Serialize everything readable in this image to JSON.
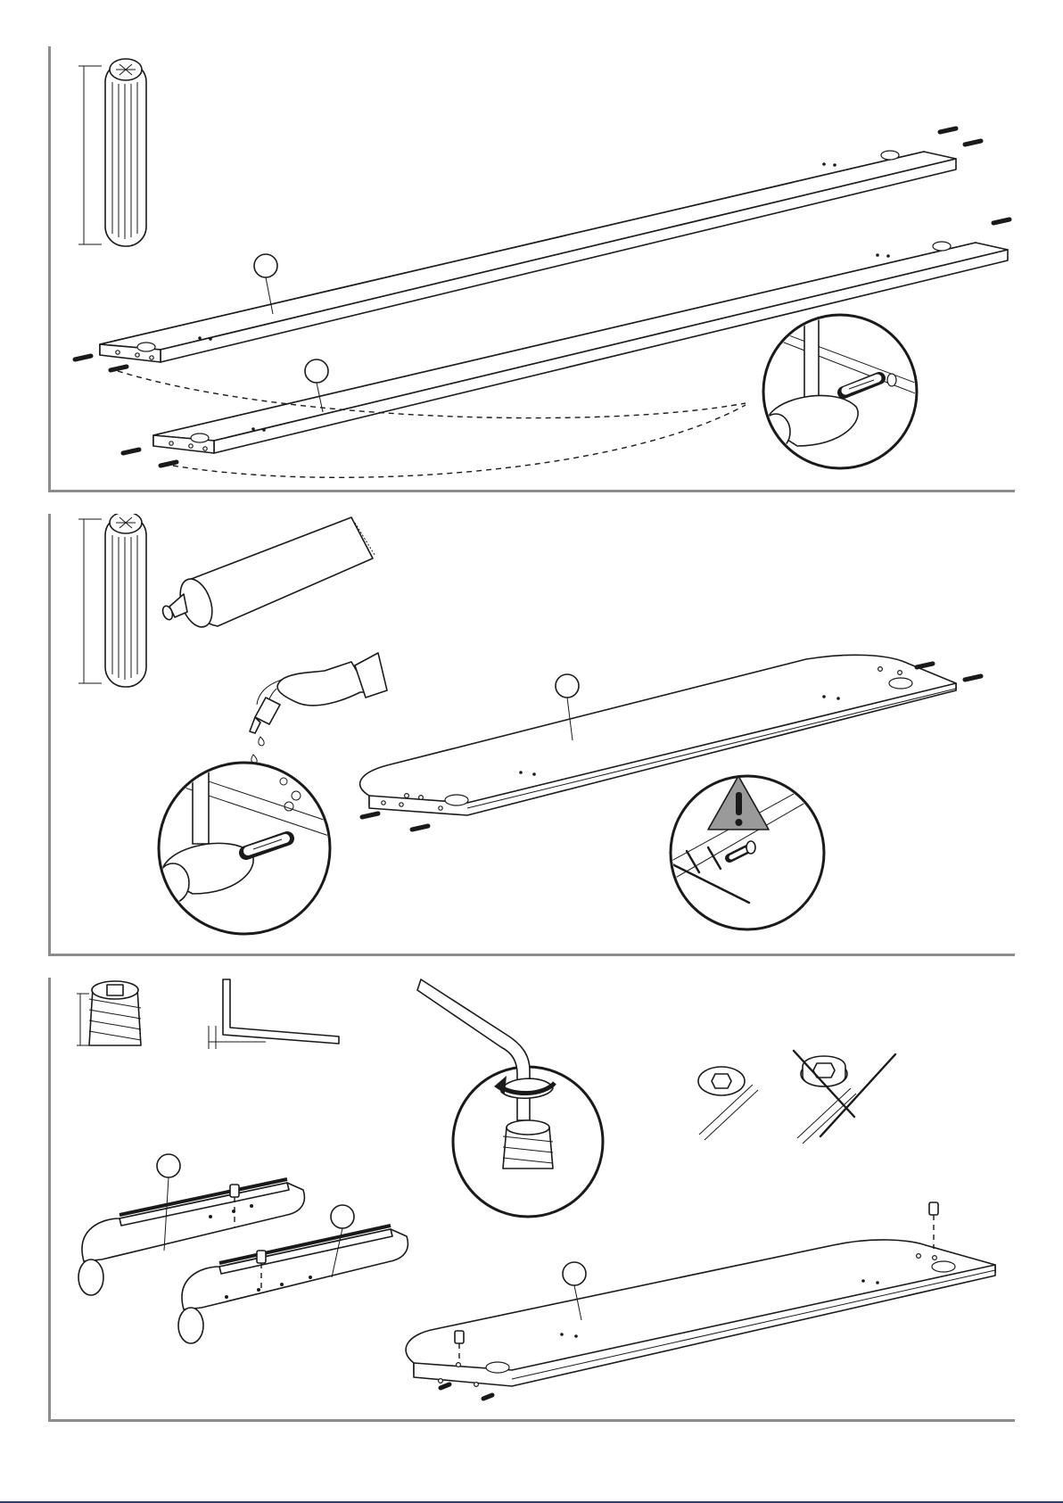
{
  "page": {
    "kind": "furniture assembly instruction sheet",
    "steps": [
      {
        "id": "step-1",
        "parts": [
          "dowel"
        ]
      },
      {
        "id": "step-2",
        "parts": [
          "dowel",
          "glue"
        ]
      },
      {
        "id": "step-3",
        "parts": [
          "threaded-insert",
          "allen-key"
        ]
      }
    ]
  },
  "colors": {
    "frame": "#8c8c8c",
    "ink": "#1a1a1a",
    "warning": "#9a9a9a",
    "bottom_band": "#2b3a8c"
  },
  "icons": [
    "dowel-icon",
    "glue-tube-icon",
    "hammer-icon",
    "hand-icon",
    "warning-icon",
    "threaded-insert-icon",
    "allen-key-icon",
    "rotate-arrow-icon",
    "screw-head-correct-icon",
    "screw-head-wrong-icon"
  ]
}
